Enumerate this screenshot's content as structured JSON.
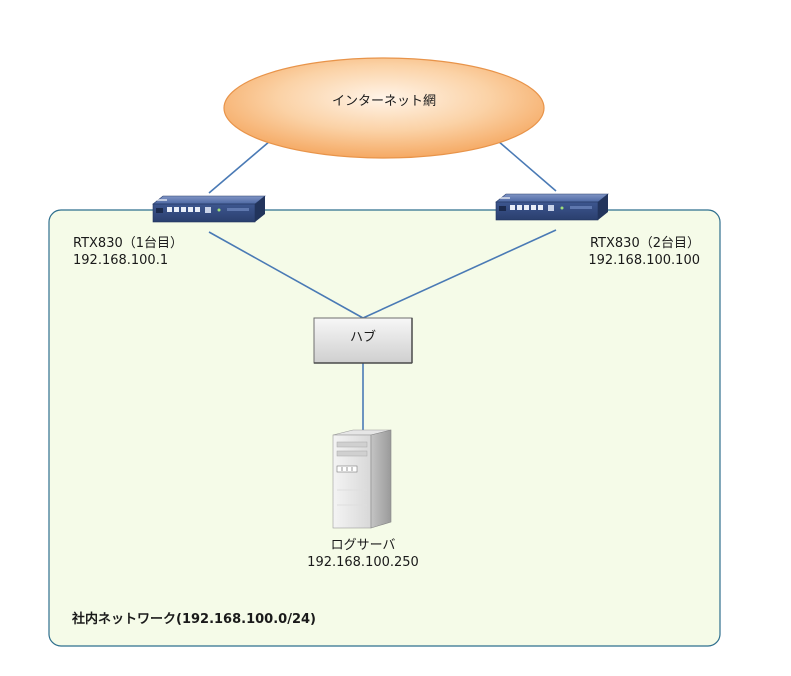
{
  "internet": {
    "label": "インターネット網"
  },
  "network": {
    "label": "社内ネットワーク(192.168.100.0/24)"
  },
  "router1": {
    "name": "RTX830（1台目）",
    "ip": "192.168.100.1"
  },
  "router2": {
    "name": "RTX830（2台目）",
    "ip": "192.168.100.100"
  },
  "hub": {
    "label": "ハブ"
  },
  "log_server": {
    "name": "ログサーバ",
    "ip": "192.168.100.250"
  },
  "colors": {
    "network_fill": "#f5fbe8",
    "network_border": "#2e6f8e",
    "cloud_fill_inner": "#fff1e2",
    "cloud_fill_outer": "#f5a963",
    "cloud_border": "#e8944a",
    "link_line": "#4a7ab5",
    "router_body": "#3c5592",
    "hub_fill": "#e3e3e3"
  }
}
